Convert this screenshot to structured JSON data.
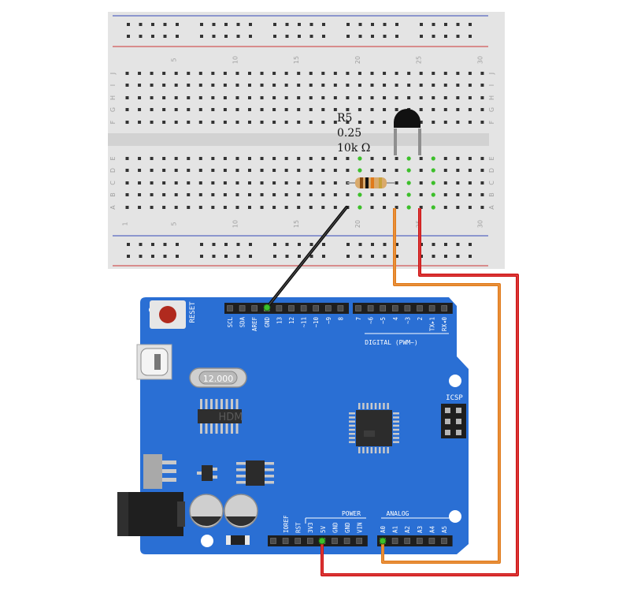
{
  "breadboard": {
    "col_numbers": [
      "5",
      "10",
      "15",
      "20",
      "25",
      "30"
    ],
    "col_numbers_bottom": [
      "1",
      "5",
      "10",
      "15",
      "20",
      "25",
      "30"
    ],
    "rows_top": [
      "J",
      "I",
      "H",
      "G",
      "F"
    ],
    "rows_bottom": [
      "E",
      "D",
      "C",
      "B",
      "A"
    ]
  },
  "resistor": {
    "name": "R5",
    "power": "0.25",
    "resistance": "10k Ω"
  },
  "arduino": {
    "reset_label": "RESET",
    "crystal_label": "12.000",
    "icsp_label": "ICSP",
    "digital_label": "DIGITAL (PWM~)",
    "power_label": "POWER",
    "analog_label": "ANALOG",
    "digital_pins_left": [
      "SCL",
      "SDA",
      "AREF",
      "GND",
      "13",
      "12",
      "~11",
      "~10",
      "~9",
      "8"
    ],
    "digital_pins_right": [
      "7",
      "~6",
      "~5",
      "4",
      "~3",
      "2",
      "TX▸1",
      "RX◂0"
    ],
    "power_pins": [
      "IOREF",
      "RST",
      "3V3",
      "5V",
      "GND",
      "GND",
      "VIN"
    ],
    "analog_pins": [
      "A0",
      "A1",
      "A2",
      "A3",
      "A4",
      "A5"
    ],
    "chip_mark": "HDM"
  },
  "colors": {
    "board_blue": "#2a6fd4",
    "breadboard": "#e4e4e4",
    "wire_red": "#cc1111",
    "wire_orange": "#e07a1a",
    "wire_black": "#111111",
    "connected_green": "#3cbf2a"
  }
}
